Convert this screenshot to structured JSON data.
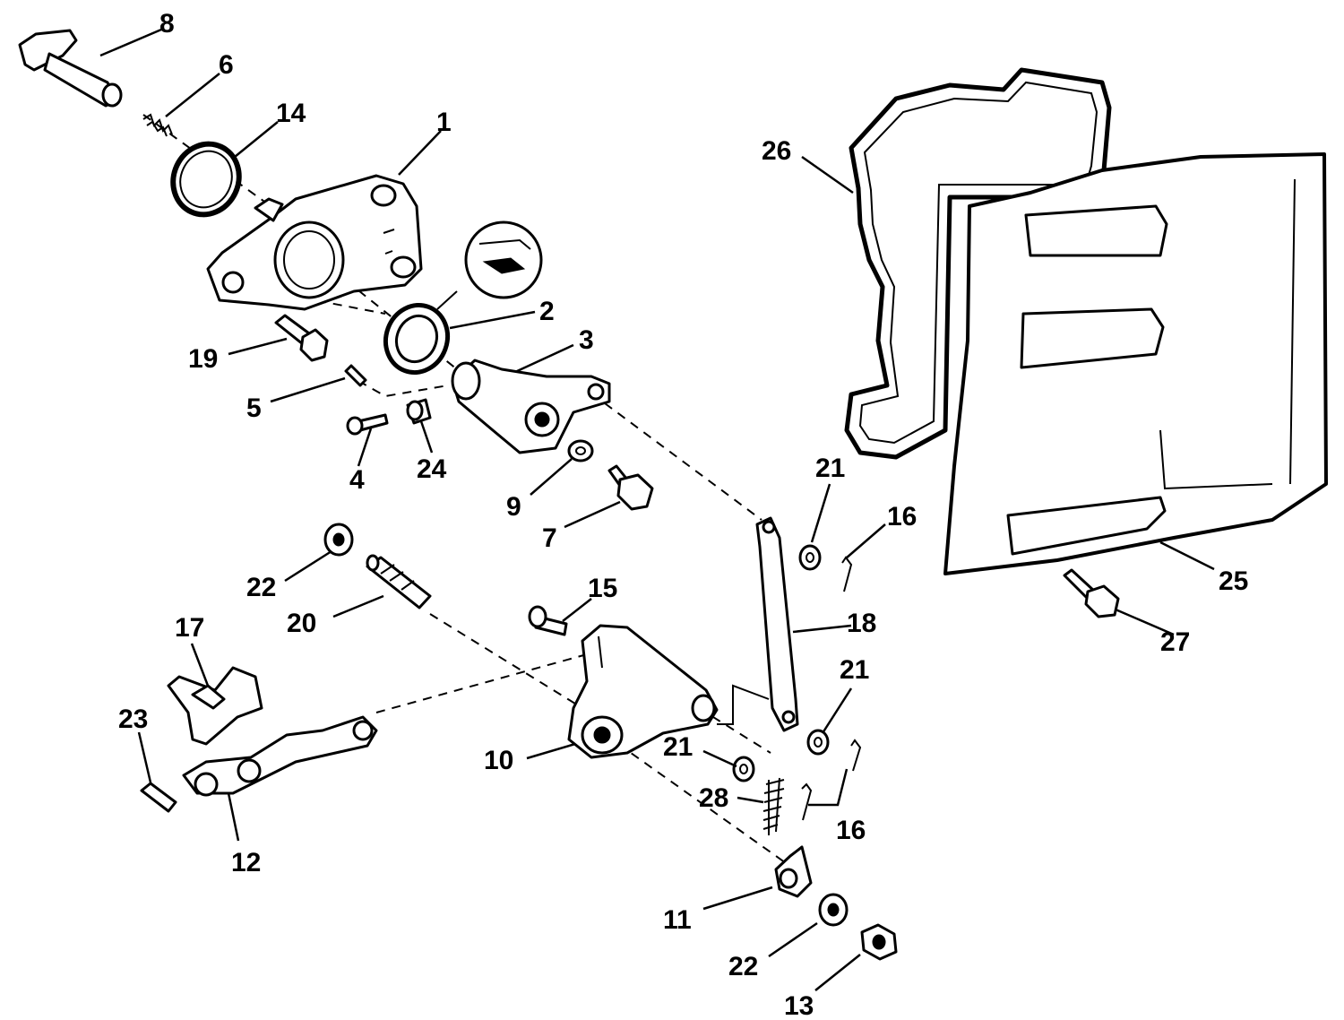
{
  "diagram": {
    "callouts": [
      {
        "id": "c8",
        "text": "8"
      },
      {
        "id": "c6",
        "text": "6"
      },
      {
        "id": "c14",
        "text": "14"
      },
      {
        "id": "c1",
        "text": "1"
      },
      {
        "id": "c26",
        "text": "26"
      },
      {
        "id": "c2",
        "text": "2"
      },
      {
        "id": "c3",
        "text": "3"
      },
      {
        "id": "c19",
        "text": "19"
      },
      {
        "id": "c5",
        "text": "5"
      },
      {
        "id": "c4",
        "text": "4"
      },
      {
        "id": "c24",
        "text": "24"
      },
      {
        "id": "c9",
        "text": "9"
      },
      {
        "id": "c7",
        "text": "7"
      },
      {
        "id": "c21a",
        "text": "21"
      },
      {
        "id": "c16a",
        "text": "16"
      },
      {
        "id": "c22a",
        "text": "22"
      },
      {
        "id": "c15",
        "text": "15"
      },
      {
        "id": "c20",
        "text": "20"
      },
      {
        "id": "c17",
        "text": "17"
      },
      {
        "id": "c18",
        "text": "18"
      },
      {
        "id": "c25",
        "text": "25"
      },
      {
        "id": "c27",
        "text": "27"
      },
      {
        "id": "c21b",
        "text": "21"
      },
      {
        "id": "c23",
        "text": "23"
      },
      {
        "id": "c10",
        "text": "10"
      },
      {
        "id": "c21c",
        "text": "21"
      },
      {
        "id": "c28",
        "text": "28"
      },
      {
        "id": "c16b",
        "text": "16"
      },
      {
        "id": "c12",
        "text": "12"
      },
      {
        "id": "c11",
        "text": "11"
      },
      {
        "id": "c22b",
        "text": "22"
      },
      {
        "id": "c13",
        "text": "13"
      }
    ]
  }
}
